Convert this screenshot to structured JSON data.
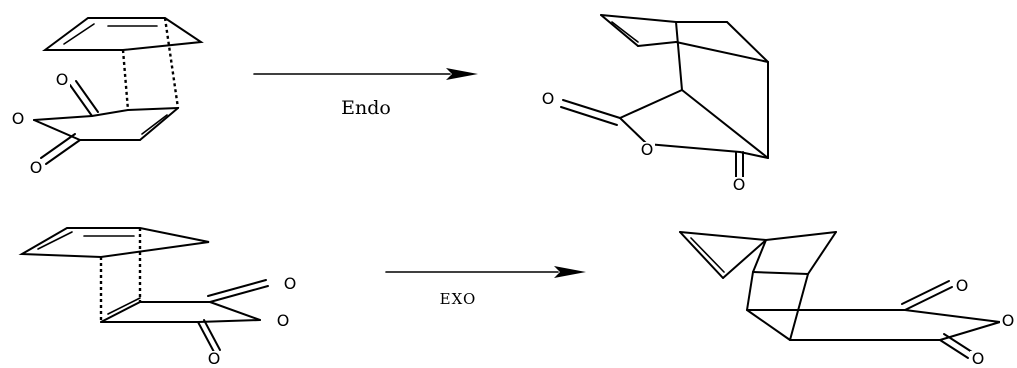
{
  "reactions": {
    "endo": {
      "label": "Endo"
    },
    "exo": {
      "label": "EXO"
    }
  },
  "atoms": {
    "oxygen": "O"
  },
  "colors": {
    "ink": "#000000",
    "background": "#ffffff"
  }
}
